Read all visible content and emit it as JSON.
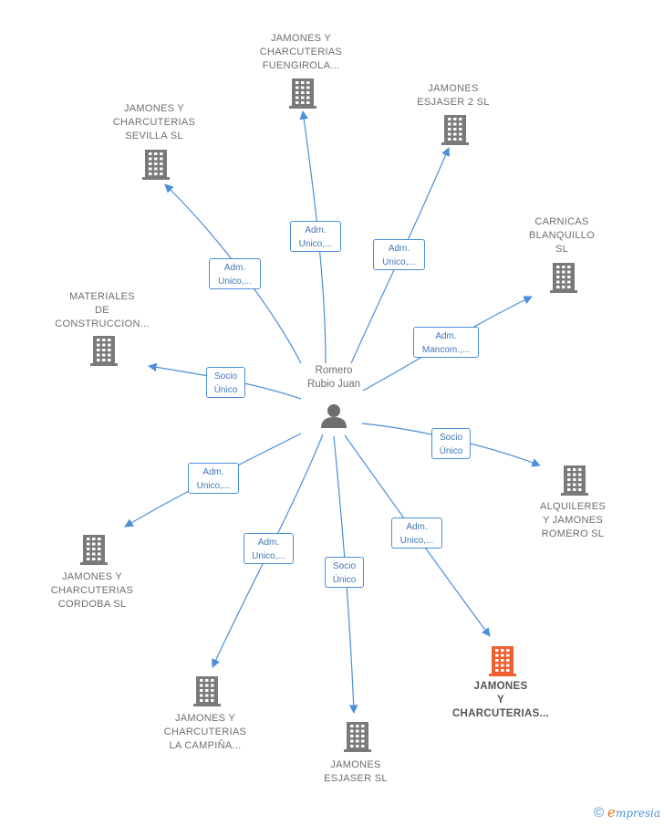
{
  "center": {
    "name": "Romero\nRubio Juan",
    "icon": "person-icon"
  },
  "colors": {
    "edge": "#4a8fd8",
    "node": "#7a7a7a",
    "highlight": "#f0602f"
  },
  "companies": [
    {
      "id": "fuengirola",
      "label": "JAMONES Y\nCHARCUTERIAS\nFUENGIROLA...",
      "role": "Adm.\nUnico,...",
      "highlight": false
    },
    {
      "id": "esjaser2",
      "label": "JAMONES\nESJASER 2  SL",
      "role": "Adm.\nUnico,...",
      "highlight": false
    },
    {
      "id": "sevilla",
      "label": "JAMONES Y\nCHARCUTERIAS\nSEVILLA  SL",
      "role": "Adm.\nUnico,...",
      "highlight": false
    },
    {
      "id": "blanquillo",
      "label": "CARNICAS\nBLANQUILLO\nSL",
      "role": "Adm.\nMancom.,...",
      "highlight": false
    },
    {
      "id": "materiales",
      "label": "MATERIALES\nDE\nCONSTRUCCION...",
      "role": "Socio\nÚnico",
      "highlight": false
    },
    {
      "id": "alquileres",
      "label": "ALQUILERES\nY JAMONES\nROMERO  SL",
      "role": "Socio\nÚnico",
      "highlight": false
    },
    {
      "id": "cordoba",
      "label": "JAMONES Y\nCHARCUTERIAS\nCORDOBA  SL",
      "role": "Adm.\nUnico,...",
      "highlight": false
    },
    {
      "id": "highlighted",
      "label": "JAMONES\nY\nCHARCUTERIAS...",
      "role": "Adm.\nUnico,...",
      "highlight": true
    },
    {
      "id": "campina",
      "label": "JAMONES Y\nCHARCUTERIAS\nLA CAMPIÑA...",
      "role": "Adm.\nUnico,...",
      "highlight": false
    },
    {
      "id": "esjaser",
      "label": "JAMONES\nESJASER  SL",
      "role": "Socio\nÚnico",
      "highlight": false
    }
  ],
  "footer": {
    "copyright": "©",
    "brand_initial": "e",
    "brand_rest": "mpresia"
  }
}
